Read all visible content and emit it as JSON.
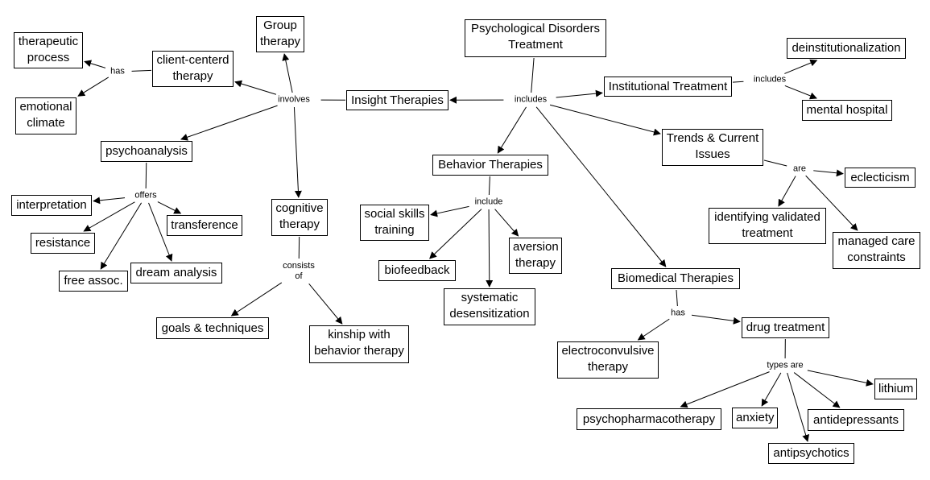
{
  "diagram": {
    "type": "concept-map",
    "root": "Psychological Disorders Treatment",
    "nodes": [
      {
        "id": "root",
        "text": "Psychological Disorders\nTreatment"
      },
      {
        "id": "insight",
        "text": "Insight Therapies"
      },
      {
        "id": "institutional",
        "text": "Institutional Treatment"
      },
      {
        "id": "deinst",
        "text": "deinstitutionalization"
      },
      {
        "id": "mental",
        "text": "mental hospital"
      },
      {
        "id": "trends",
        "text": "Trends & Current\nIssues"
      },
      {
        "id": "eclecticism",
        "text": "eclecticism"
      },
      {
        "id": "identifying",
        "text": "identifying validated\ntreatment"
      },
      {
        "id": "managed",
        "text": "managed care\nconstraints"
      },
      {
        "id": "behavior",
        "text": "Behavior Therapies"
      },
      {
        "id": "social",
        "text": "social skills\ntraining"
      },
      {
        "id": "biofeedback",
        "text": "biofeedback"
      },
      {
        "id": "aversion",
        "text": "aversion\ntherapy"
      },
      {
        "id": "systematic",
        "text": "systematic\ndesensitization"
      },
      {
        "id": "biomedical",
        "text": "Biomedical Therapies"
      },
      {
        "id": "electro",
        "text": "electroconvulsive\ntherapy"
      },
      {
        "id": "drug",
        "text": "drug treatment"
      },
      {
        "id": "psychopharm",
        "text": "psychopharmacotherapy"
      },
      {
        "id": "anxiety",
        "text": "anxiety"
      },
      {
        "id": "antipsychotics",
        "text": "antipsychotics"
      },
      {
        "id": "antidepressants",
        "text": "antidepressants"
      },
      {
        "id": "lithium",
        "text": "lithium"
      },
      {
        "id": "group",
        "text": "Group\ntherapy"
      },
      {
        "id": "client",
        "text": "client-centerd\ntherapy"
      },
      {
        "id": "therapeutic",
        "text": "therapeutic\nprocess"
      },
      {
        "id": "emotional",
        "text": "emotional\nclimate"
      },
      {
        "id": "psychoanalysis",
        "text": "psychoanalysis"
      },
      {
        "id": "interpretation",
        "text": "interpretation"
      },
      {
        "id": "resistance",
        "text": "resistance"
      },
      {
        "id": "freeassoc",
        "text": "free assoc."
      },
      {
        "id": "dream",
        "text": "dream analysis"
      },
      {
        "id": "transference",
        "text": "transference"
      },
      {
        "id": "cognitive",
        "text": "cognitive\ntherapy"
      },
      {
        "id": "goals",
        "text": "goals & techniques"
      },
      {
        "id": "kinship",
        "text": "kinship with\nbehavior therapy"
      }
    ],
    "links": [
      {
        "id": "l_includes_root",
        "text": "includes",
        "from": "root",
        "to": [
          "insight",
          "institutional",
          "trends",
          "behavior",
          "biomedical"
        ]
      },
      {
        "id": "l_includes_inst",
        "text": "includes",
        "from": "institutional",
        "to": [
          "deinst",
          "mental"
        ]
      },
      {
        "id": "l_are",
        "text": "are",
        "from": "trends",
        "to": [
          "eclecticism",
          "identifying",
          "managed"
        ]
      },
      {
        "id": "l_include",
        "text": "include",
        "from": "behavior",
        "to": [
          "social",
          "biofeedback",
          "systematic",
          "aversion"
        ]
      },
      {
        "id": "l_has_bio",
        "text": "has",
        "from": "biomedical",
        "to": [
          "drug",
          "electro"
        ]
      },
      {
        "id": "l_types",
        "text": "types are",
        "from": "drug",
        "to": [
          "psychopharm",
          "anxiety",
          "antipsychotics",
          "antidepressants",
          "lithium"
        ]
      },
      {
        "id": "l_involves",
        "text": "involves",
        "from": "insight",
        "to": [
          "group",
          "client",
          "psychoanalysis",
          "cognitive"
        ]
      },
      {
        "id": "l_has_client",
        "text": "has",
        "from": "client",
        "to": [
          "therapeutic",
          "emotional"
        ]
      },
      {
        "id": "l_offers",
        "text": "offers",
        "from": "psychoanalysis",
        "to": [
          "interpretation",
          "resistance",
          "freeassoc",
          "dream",
          "transference"
        ]
      },
      {
        "id": "l_consists",
        "text": "consists\nof",
        "from": "cognitive",
        "to": [
          "goals",
          "kinship"
        ]
      }
    ]
  }
}
